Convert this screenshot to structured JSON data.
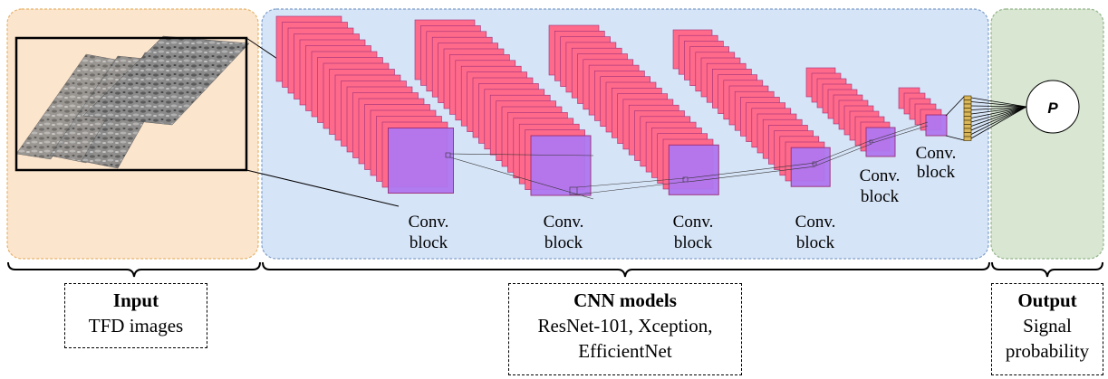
{
  "panels": {
    "input": {
      "fill": "#fce5cd",
      "border": "#e6b36b"
    },
    "cnn": {
      "fill": "#d6e4f7",
      "border": "#7f9fc9"
    },
    "output": {
      "fill": "#d8e6d2",
      "border": "#93b58a"
    }
  },
  "feature_map_colors": {
    "front": "#ff6a8a",
    "edge": "#9c2f7a",
    "last": "#b077f0"
  },
  "conv_blocks": [
    {
      "label_line1": "Conv.",
      "label_line2": "block"
    },
    {
      "label_line1": "Conv.",
      "label_line2": "block"
    },
    {
      "label_line1": "Conv.",
      "label_line2": "block"
    },
    {
      "label_line1": "Conv.",
      "label_line2": "block"
    },
    {
      "label_line1": "Conv.",
      "label_line2": "block"
    },
    {
      "label_line1": "Conv.",
      "label_line2": "block"
    }
  ],
  "output_node": {
    "label": "P"
  },
  "captions": {
    "input": {
      "title": "Input",
      "lines": [
        "TFD images"
      ]
    },
    "cnn": {
      "title": "CNN models",
      "lines": [
        "ResNet-101, Xception,",
        "EfficientNet"
      ]
    },
    "output": {
      "title": "Output",
      "lines": [
        "Signal",
        "probability"
      ]
    }
  }
}
